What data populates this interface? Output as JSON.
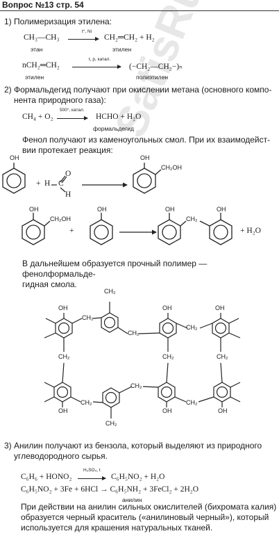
{
  "header": {
    "title": "Вопрос №13 стр. 54"
  },
  "sec1": {
    "heading": "1) Полимеризация этилена:",
    "eq1_left": "CH₃—CH₃",
    "eq1_cond": "t°, Ni",
    "eq1_right": "CH₂═CH₂ + H₂",
    "eq1_left_name": "этан",
    "eq1_right_name": "этилен",
    "eq2_left": "nCH₂═CH₂",
    "eq2_cond": "t, p, катал.",
    "eq2_right": "(−CH₂—CH₂−)ₙ",
    "eq2_left_name": "этилен",
    "eq2_right_name": "полиэтилен"
  },
  "sec2": {
    "heading_l1": "2) Формальдегид получают при окислении метана (основного компо-",
    "heading_l2": "нента природного газа):",
    "eq_left": "CH₄ + O₂",
    "eq_cond": "500°, катал.",
    "eq_right": "HCHO + H₂O",
    "eq_right_name": "формальдегид",
    "phenol_l1": "Фенол получают из каменоугольных смол. При их взаимодейст-",
    "phenol_l2": "вии протекает реакция:",
    "oh": "OH",
    "ch2oh": "CH₂OH",
    "ch2": "CH₂",
    "h": "H",
    "c": "C",
    "o": "O",
    "plus": "+",
    "h2o": "+ H₂O",
    "polymer_l1": "В дальнейшем образуется прочный полимер — фенолформальде-",
    "polymer_l2": "гидная смола."
  },
  "sec3": {
    "heading_l1": "3) Анилин получают из бензола, который выделяют из природного",
    "heading_l2": "углеводородного сырья.",
    "eq1_left": "C₆H₆ + HONO₂",
    "eq1_cond": "H₂SO₄, t",
    "eq1_right": "C₆H₅NO₂ + H₂O",
    "eq2": "C₆H₅NO₂ + 3Fe + 6HCl → C₆H₅NH₂ + 3FeCl₂ + 2H₂O",
    "eq2_name": "анилин",
    "final_l1": "При действии на анилин сильных окислителей (бихромата калия)",
    "final_l2": "образуется черный краситель («анилиновый черный»), который",
    "final_l3": "используется для крашения натуральных тканей."
  },
  "watermark": "SatisRu"
}
